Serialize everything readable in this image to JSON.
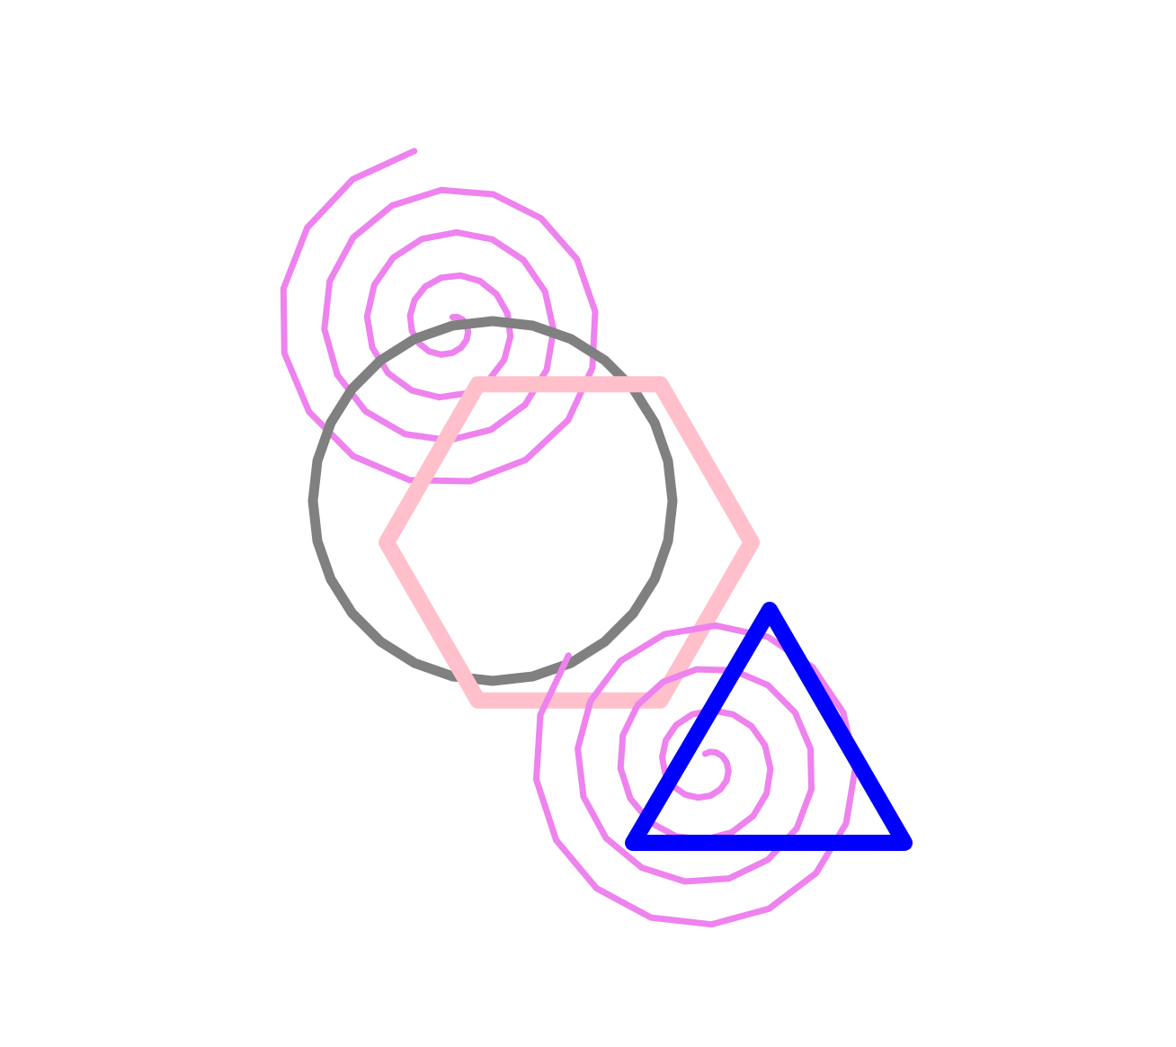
{
  "shapes": [
    {
      "id": "spiral-upper-left",
      "kind": "spiral",
      "color": "#ee82ee",
      "turns": 4
    },
    {
      "id": "circle",
      "kind": "polygon-circle",
      "color": "#808080",
      "sides": 28
    },
    {
      "id": "hexagon",
      "kind": "hexagon",
      "color": "#ffc0cb",
      "sides": 6
    },
    {
      "id": "spiral-lower-right",
      "kind": "spiral",
      "color": "#ee82ee",
      "turns": 4
    },
    {
      "id": "triangle",
      "kind": "triangle",
      "color": "#0000ff",
      "sides": 3
    }
  ]
}
